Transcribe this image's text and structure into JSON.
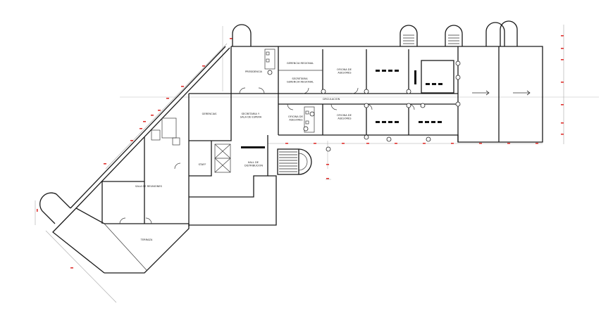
{
  "rooms": {
    "presidencia": "PRESIDENCIA",
    "gerencia_regional": "GERENCIA REGIONAL",
    "secretaria_gerencia": "SECRETARIA\nGERENCIA REGIONAL",
    "oficina_asesores_1": "OFICINA DE\nASESORES",
    "gerencias": "GERENCIAS",
    "secretaria_sala": "SECRETARIA Y\nSALA DE ESPERA",
    "circulacion": "CIRCULACION",
    "oficina_asesores_2": "OFICINA DE\nASESORES",
    "oficina_asesores_3": "OFICINA DE\nASESORES",
    "staff": "STAFF",
    "hall": "HALL DE\nDISTRIBUCION",
    "sala_reuniones": "SALA DE REUNIONES",
    "terraza": "TERRAZA"
  }
}
